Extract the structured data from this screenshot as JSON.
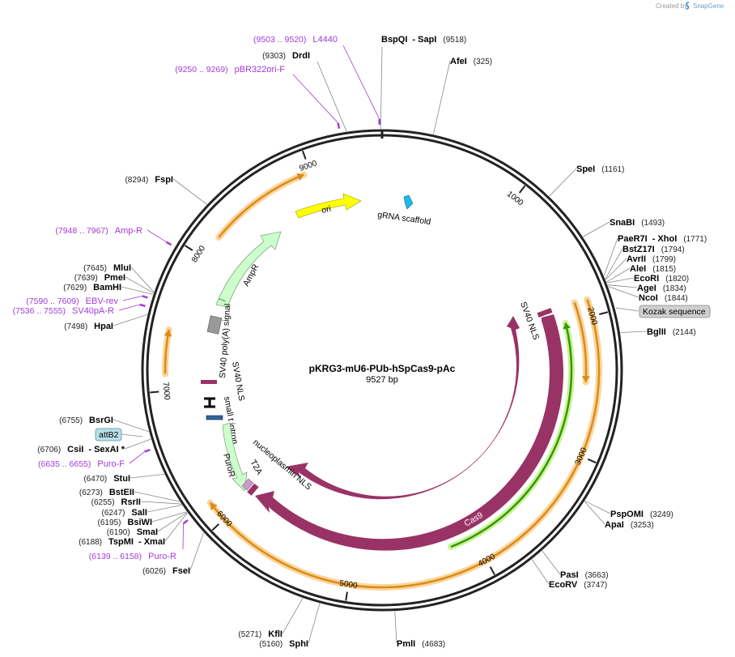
{
  "plasmid": {
    "name": "pKRG3-mU6-PUb-hSpCas9-pAc",
    "length": "9527 bp",
    "total_bp": 9527
  },
  "branding": {
    "created_by": "Created by",
    "product": "SnapGene"
  },
  "ticks": [
    {
      "bp": 1000,
      "label": "1000"
    },
    {
      "bp": 2000,
      "label": "2000"
    },
    {
      "bp": 3000,
      "label": "3000"
    },
    {
      "bp": 4000,
      "label": "4000"
    },
    {
      "bp": 5000,
      "label": "5000"
    },
    {
      "bp": 6000,
      "label": "6000"
    },
    {
      "bp": 7000,
      "label": "7000"
    },
    {
      "bp": 8000,
      "label": "8000"
    },
    {
      "bp": 9000,
      "label": "9000"
    }
  ],
  "sites": [
    {
      "id": "bspqi-sapi",
      "name": "BspQI",
      "extra": "-  SapI",
      "pos": "(9518)",
      "bp": 9518
    },
    {
      "id": "afei",
      "name": "AfeI",
      "pos": "(325)",
      "bp": 325
    },
    {
      "id": "spei",
      "name": "SpeI",
      "pos": "(1161)",
      "bp": 1161
    },
    {
      "id": "snabi",
      "name": "SnaBI",
      "pos": "(1493)",
      "bp": 1493
    },
    {
      "id": "paer7i-xhoi",
      "name": "PaeR7I",
      "extra": "-  XhoI",
      "pos": "(1771)",
      "bp": 1771
    },
    {
      "id": "bstz17i",
      "name": "BstZ17I",
      "pos": "(1794)",
      "bp": 1794
    },
    {
      "id": "avrii",
      "name": "AvrII",
      "pos": "(1799)",
      "bp": 1799
    },
    {
      "id": "alei",
      "name": "AleI",
      "pos": "(1815)",
      "bp": 1815
    },
    {
      "id": "ecori",
      "name": "EcoRI",
      "pos": "(1820)",
      "bp": 1820
    },
    {
      "id": "agei",
      "name": "AgeI",
      "pos": "(1834)",
      "bp": 1834
    },
    {
      "id": "ncoi",
      "name": "NcoI",
      "pos": "(1844)",
      "bp": 1844
    },
    {
      "id": "bglii",
      "name": "BglII",
      "pos": "(2144)",
      "bp": 2144
    },
    {
      "id": "pspomi",
      "name": "PspOMI",
      "pos": "(3249)",
      "bp": 3249
    },
    {
      "id": "apai",
      "name": "ApaI",
      "pos": "(3253)",
      "bp": 3253
    },
    {
      "id": "pasi",
      "name": "PasI",
      "pos": "(3663)",
      "bp": 3663
    },
    {
      "id": "ecorv",
      "name": "EcoRV",
      "pos": "(3747)",
      "bp": 3747
    },
    {
      "id": "pmli",
      "name": "PmlI",
      "pos": "(4683)",
      "bp": 4683
    },
    {
      "id": "sphi",
      "name": "SphI",
      "pos": "(5160)",
      "bp": 5160
    },
    {
      "id": "kfli",
      "name": "KflI",
      "pos": "(5271)",
      "bp": 5271
    },
    {
      "id": "fsei",
      "name": "FseI",
      "pos": "(6026)",
      "bp": 6026
    },
    {
      "id": "tspmi-xmai",
      "name": "TspMI",
      "extra": "-  XmaI",
      "pos": "(6188)",
      "bp": 6188
    },
    {
      "id": "smai",
      "name": "SmaI",
      "pos": "(6190)",
      "bp": 6190
    },
    {
      "id": "bsiwi",
      "name": "BsiWI",
      "pos": "(6195)",
      "bp": 6195
    },
    {
      "id": "sali",
      "name": "SalI",
      "pos": "(6247)",
      "bp": 6247
    },
    {
      "id": "rsrii",
      "name": "RsrII",
      "pos": "(6255)",
      "bp": 6255
    },
    {
      "id": "bsteii",
      "name": "BstEII",
      "pos": "(6273)",
      "bp": 6273
    },
    {
      "id": "stui",
      "name": "StuI",
      "pos": "(6470)",
      "bp": 6470
    },
    {
      "id": "csii-sexai",
      "name": "CsiI",
      "extra": "-  SexAI *",
      "pos": "(6706)",
      "bp": 6706
    },
    {
      "id": "bsrgi",
      "name": "BsrGI",
      "pos": "(6755)",
      "bp": 6755
    },
    {
      "id": "hpai",
      "name": "HpaI",
      "pos": "(7498)",
      "bp": 7498
    },
    {
      "id": "bamhi",
      "name": "BamHI",
      "pos": "(7629)",
      "bp": 7629
    },
    {
      "id": "pmei",
      "name": "PmeI",
      "pos": "(7639)",
      "bp": 7639
    },
    {
      "id": "mlui",
      "name": "MluI",
      "pos": "(7645)",
      "bp": 7645
    },
    {
      "id": "fspi",
      "name": "FspI",
      "pos": "(8294)",
      "bp": 8294
    },
    {
      "id": "drdi",
      "name": "DrdI",
      "pos": "(9303)",
      "bp": 9303
    }
  ],
  "primers": [
    {
      "id": "l4440",
      "name": "L4440",
      "range": "(9503 .. 9520)",
      "bp": 9511
    },
    {
      "id": "pbr322ori-f",
      "name": "pBR322ori-F",
      "range": "(9250 .. 9269)",
      "bp": 9260
    },
    {
      "id": "amp-r",
      "name": "Amp-R",
      "range": "(7948 .. 7967)",
      "bp": 7958
    },
    {
      "id": "ebv-rev",
      "name": "EBV-rev",
      "range": "(7590 .. 7609)",
      "bp": 7600
    },
    {
      "id": "sv40pa-r",
      "name": "SV40pA-R",
      "range": "(7536 .. 7555)",
      "bp": 7546
    },
    {
      "id": "puro-f",
      "name": "Puro-F",
      "range": "(6635 .. 6655)",
      "bp": 6645
    },
    {
      "id": "puro-r",
      "name": "Puro-R",
      "range": "(6139 .. 6158)",
      "bp": 6149
    }
  ],
  "boxed_features": [
    {
      "id": "kozak",
      "label": "Kozak sequence"
    },
    {
      "id": "attb2",
      "label": "attB2"
    }
  ],
  "features": [
    {
      "id": "ori",
      "label": "ori",
      "color": "#ffff00"
    },
    {
      "id": "grna-scaffold",
      "label": "gRNA scaffold",
      "color": "#1fb8ea"
    },
    {
      "id": "ampr",
      "label": "AmpR",
      "color": "#ccffcc"
    },
    {
      "id": "sv40-polya",
      "label": "SV40 poly(A) signal",
      "color": "#999999"
    },
    {
      "id": "sv40-nls-left",
      "label": "SV40 NLS",
      "color": "#993366"
    },
    {
      "id": "small-t-intron",
      "label": "small t intron",
      "color": "#000000"
    },
    {
      "id": "puror",
      "label": "PuroR",
      "color": "#ccffcc"
    },
    {
      "id": "t2a",
      "label": "T2A",
      "color": "#cc99cc"
    },
    {
      "id": "nucleoplasmin-nls",
      "label": "nucleoplasmin NLS",
      "color": "#993366"
    },
    {
      "id": "sv40-nls-right",
      "label": "SV40 NLS",
      "color": "#993366"
    },
    {
      "id": "cas9-inner",
      "label": "Cas9",
      "color": "#993366"
    },
    {
      "id": "cas9-outer",
      "label": "Cas9",
      "color": "#993366"
    }
  ],
  "colors": {
    "backbone": "#222222",
    "primer": "#a23bd8",
    "cas9": "#993366",
    "orf_orange": "#d98c1a",
    "orf_highlight": "#fcd59a",
    "orf_green": "#339900",
    "orf_green_highlight": "#ccf29a",
    "snapgene_blue": "#3a8ccc"
  }
}
